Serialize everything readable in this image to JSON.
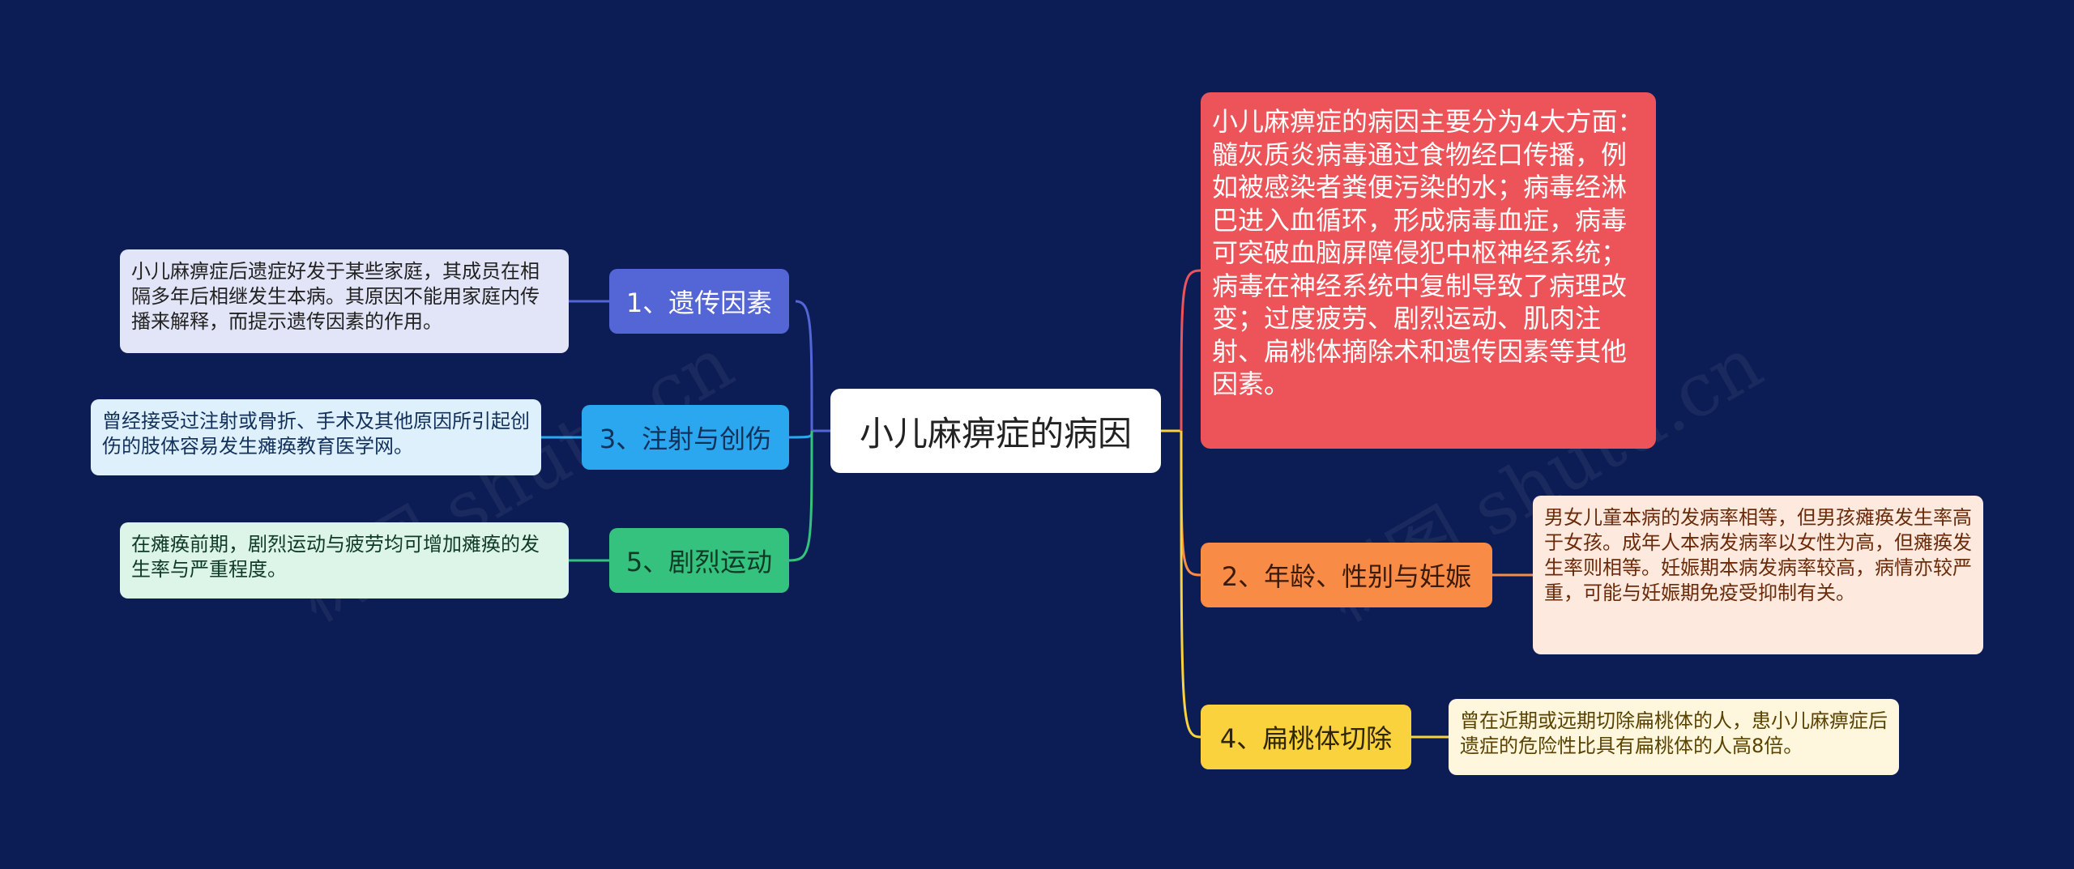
{
  "center": {
    "title": "小儿麻痹症的病因"
  },
  "right_top": {
    "text": "小儿麻痹症的病因主要分为4大方面：髓灰质炎病毒通过食物经口传播，例如被感染者粪便污染的水；病毒经淋巴进入血循环，形成病毒血症，病毒可突破血脑屏障侵犯中枢神经系统；病毒在神经系统中复制导致了病理改变；过度疲劳、剧烈运动、肌肉注射、扁桃体摘除术和遗传因素等其他因素。",
    "color": "#ec5459"
  },
  "branches": [
    {
      "label": "1、遗传因素",
      "color": "#5466d6",
      "leaf": "小儿麻痹症后遗症好发于某些家庭，其成员在相隔多年后相继发生本病。其原因不能用家庭内传播来解释，而提示遗传因素的作用。",
      "leaf_bg": "#e2e5f7"
    },
    {
      "label": "3、注射与创伤",
      "color": "#2aa7ee",
      "leaf": "曾经接受过注射或骨折、手术及其他原因所引起创伤的肢体容易发生瘫痪教育医学网。",
      "leaf_bg": "#ddf0fc"
    },
    {
      "label": "5、剧烈运动",
      "color": "#35c27e",
      "leaf": "在瘫痪前期，剧烈运动与疲劳均可增加瘫痪的发生率与严重程度。",
      "leaf_bg": "#dcf5e8"
    },
    {
      "label": "2、年龄、性别与妊娠",
      "color": "#f88b46",
      "leaf": "男女儿童本病的发病率相等，但男孩瘫痪发生率高于女孩。成年人本病发病率以女性为高，但瘫痪发生率则相等。妊娠期本病发病率较高，病情亦较严重，可能与妊娠期免疫受抑制有关。",
      "leaf_bg": "#fde9dd"
    },
    {
      "label": "4、扁桃体切除",
      "color": "#f9d23d",
      "leaf": "曾在近期或远期切除扁桃体的人，患小儿麻痹症后遗症的危险性比具有扁桃体的人高8倍。",
      "leaf_bg": "#fef7dd"
    }
  ],
  "watermarks": [
    "树图 shutu.cn",
    "树图 shutu.cn"
  ]
}
